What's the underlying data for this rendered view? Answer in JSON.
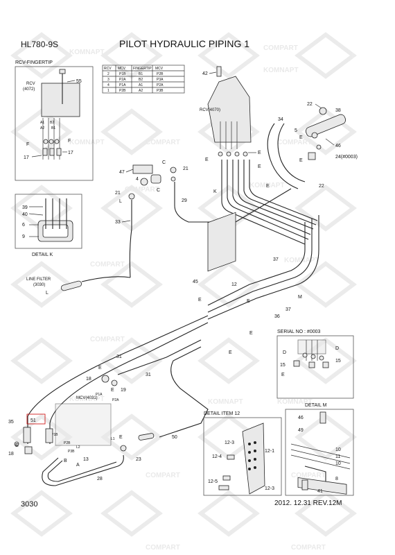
{
  "header": {
    "model": "HL780-9S",
    "title": "PILOT HYDRAULIC PIPING 1"
  },
  "footer": {
    "page": "3030",
    "date_rev": "2012. 12.31  REV.12M"
  },
  "watermark": {
    "text_a": "KOMNAPT",
    "text_b": "COMPART"
  },
  "section_labels": {
    "rcv_fingertip": "RCV-FINGERTIP",
    "rcv_4072": "RCV\n(4072)",
    "detail_k": "DETAIL K",
    "rcv_4070": "RCV(4070)",
    "line_filter": "LINE FILTER\n(3030)",
    "mcv_4031": "MCV(4031)",
    "detail_item_12": "DETAIL ITEM 12",
    "serial_no": "SERIAL NO : #0003",
    "detail_m": "DETAIL M"
  },
  "port_table": {
    "headers": [
      "RCV",
      "MCV",
      "FINGERTIP",
      "MCV"
    ],
    "rows": [
      [
        "2",
        "P1B",
        "B1",
        "P2B"
      ],
      [
        "3",
        "P2A",
        "B2",
        "P3A"
      ],
      [
        "4",
        "P1A",
        "A1",
        "P2A"
      ],
      [
        "1",
        "P2B",
        "A2",
        "P3B"
      ]
    ]
  },
  "callouts": {
    "c55": "55",
    "c42": "42",
    "c22a": "22",
    "c38": "38",
    "c34": "34",
    "c5": "5",
    "c46": "46",
    "c24": "24(#0003)",
    "c47": "47",
    "cC1": "C",
    "c21a": "21",
    "c4": "4",
    "c21b": "21",
    "cL1": "L",
    "c29": "29",
    "cE1": "E",
    "cE2": "E",
    "cE3": "E",
    "cK": "K",
    "cE4": "E",
    "c22b": "22",
    "c33": "33",
    "c39": "39",
    "c40": "40",
    "c6": "6",
    "c9": "9",
    "cA1": "A1",
    "cB2": "B2",
    "cA2": "A2",
    "cB1": "B1",
    "cF1": "F",
    "cF2": "F",
    "c17a": "17",
    "c17b": "17",
    "c37a": "37",
    "c37b": "37",
    "cM": "M",
    "c45": "45",
    "c12": "12",
    "cE5": "E",
    "cE6": "E",
    "c36": "36",
    "cL2": "L",
    "cE7": "E",
    "cE8": "E",
    "c31a": "31",
    "c31b": "31",
    "c18a": "18",
    "c19": "19",
    "cE9": "E",
    "cD1": "D",
    "cD2": "D",
    "c15a": "15",
    "c15b": "15",
    "c35": "35",
    "c51": "51",
    "c18b": "18",
    "cB": "B",
    "c13": "13",
    "cA": "A",
    "c23": "23",
    "c50": "50",
    "c28": "28",
    "c12_3a": "12-3",
    "c12_4": "12-4",
    "c12_5": "12-5",
    "c12_1": "12-1",
    "c12_3b": "12-3",
    "c49": "49",
    "c10a": "10",
    "c11": "11",
    "c10b": "10",
    "c8": "8",
    "c41": "41",
    "c46b": "46",
    "cP1A": "P1A",
    "cP2A": "P2A",
    "cP1B": "P1B",
    "cP2B": "P2B",
    "cL1b": "L1",
    "cL2b": "L2",
    "cP3B": "P3B"
  }
}
